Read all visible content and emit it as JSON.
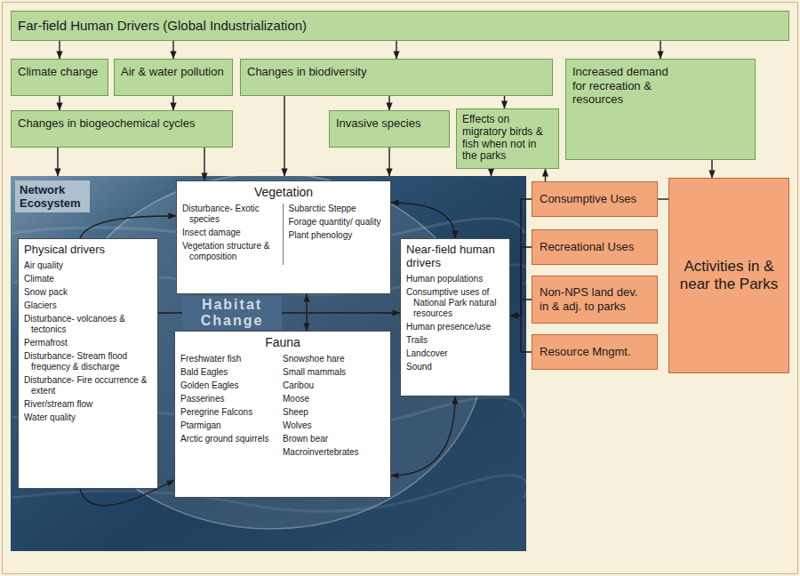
{
  "diagram": {
    "nodes": [
      {
        "text": [
          "Far-field Human Drivers (Global Industrialization)"
        ]
      },
      {
        "text": [
          "Climate change"
        ]
      },
      {
        "text": [
          "Air & water pollution"
        ]
      },
      {
        "text": [
          "Changes in biodiversity"
        ]
      },
      {
        "text": [
          "Increased demand for recreation & resources"
        ]
      },
      {
        "text": [
          "Changes in biogeochemical cycles"
        ]
      },
      {
        "text": [
          "Invasive species"
        ]
      },
      {
        "text": [
          "Effects on migratory birds & fish when not in the parks"
        ]
      },
      {
        "text": [
          "Network Ecosystem"
        ]
      },
      {
        "text": [
          "Vegetation",
          "Disturbance- Exotic species",
          "Insect damage",
          "Vegetation structure & composition",
          "Subarctic Steppe",
          "Forage quantity/ quality",
          "Plant phenology"
        ],
        "in": 8
      },
      {
        "text": [
          "Physical drivers",
          "Air quality",
          "Climate",
          "Snow pack",
          "Glaciers",
          "Disturbance- volcanoes & tectonics",
          "Permafrost",
          "Disturbance- Stream flood frequency & discharge",
          "Disturbance- Fire occurrence & extent",
          "River/stream flow",
          "Water quality"
        ],
        "in": 8
      },
      {
        "text": [
          "Near-field human drivers",
          "Human populations",
          "Consumptive uses of National Park natural resources",
          "Human presence/use",
          "Trails",
          "Landcover",
          "Sound"
        ],
        "in": 8
      },
      {
        "text": [
          "Fauna",
          "Freshwater fish",
          "Bald Eagles",
          "Golden Eagles",
          "Passerines",
          "Peregrine Falcons",
          "Ptarmigan",
          "Arctic ground squirrels",
          "Snowshoe hare",
          "Small mammals",
          "Caribou",
          "Moose",
          "Sheep",
          "Wolves",
          "Brown bear",
          "Macroinvertebrates"
        ],
        "in": 8
      },
      {
        "text": [
          "Consumptive Uses"
        ]
      },
      {
        "text": [
          "Recreational Uses"
        ]
      },
      {
        "text": [
          "Non-NPS land dev. in & adj. to parks"
        ]
      },
      {
        "text": [
          "Resource Mngmt."
        ]
      },
      {
        "text": [
          "Activities in & near the Parks"
        ]
      }
    ],
    "edges": [
      {
        "from": 0,
        "to": 1,
        "arrow": "to"
      },
      {
        "from": 0,
        "to": 2,
        "arrow": "to"
      },
      {
        "from": 0,
        "to": 3,
        "arrow": "to"
      },
      {
        "from": 0,
        "to": 4,
        "arrow": "to"
      },
      {
        "from": 1,
        "to": 5,
        "arrow": "to"
      },
      {
        "from": 2,
        "to": 5,
        "arrow": "to"
      },
      {
        "from": 3,
        "to": 6,
        "arrow": "to"
      },
      {
        "from": 3,
        "to": 7,
        "arrow": "to"
      },
      {
        "from": 5,
        "to": 8,
        "arrow": "to"
      },
      {
        "from": 5,
        "to": 9,
        "arrow": "to"
      },
      {
        "from": 3,
        "to": 8,
        "arrow": "to"
      },
      {
        "from": 6,
        "to": 8,
        "arrow": "to"
      },
      {
        "from": 7,
        "to": 8,
        "arrow": "to"
      },
      {
        "from": 4,
        "to": 17,
        "arrow": "to"
      },
      {
        "from": 13,
        "to": 7,
        "arrow": "to"
      },
      {
        "from": 13,
        "to": 17,
        "arrow": "none"
      },
      {
        "from": 13,
        "to": 11,
        "arrow": "to"
      },
      {
        "from": 14,
        "to": 11,
        "arrow": "to"
      },
      {
        "from": 15,
        "to": 11,
        "arrow": "to"
      },
      {
        "from": 16,
        "to": 11,
        "arrow": "to"
      },
      {
        "from": 10,
        "to": 9,
        "arrow": "to"
      },
      {
        "from": 10,
        "to": 12,
        "arrow": "to"
      },
      {
        "from": 10,
        "to": 11,
        "arrow": "to"
      },
      {
        "from": 9,
        "to": 12,
        "arrow": "both"
      },
      {
        "from": 9,
        "to": 11,
        "arrow": "both"
      },
      {
        "from": 12,
        "to": 11,
        "arrow": "both"
      }
    ],
    "labels": [
      "Habitat Change"
    ]
  }
}
